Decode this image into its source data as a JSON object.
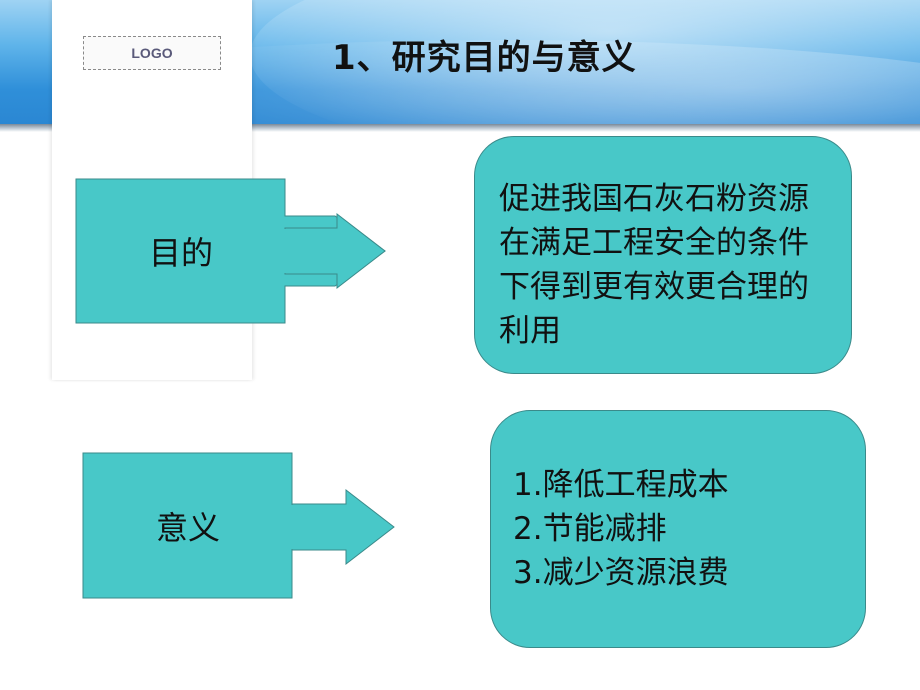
{
  "logo": "LOGO",
  "title": "1、研究目的与意义",
  "purpose": {
    "label": "目的",
    "text": "促进我国石灰石粉资源在满足工程安全的条件下得到更有效更合理的利用"
  },
  "significance": {
    "label": "意义",
    "items": [
      "1.降低工程成本",
      "2.节能减排",
      "3.减少资源浪费"
    ]
  }
}
